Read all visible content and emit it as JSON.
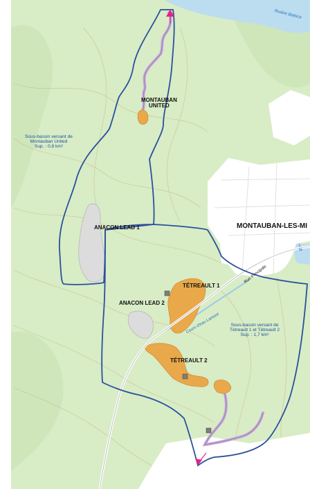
{
  "map": {
    "colors": {
      "terrain": "#d8ecc6",
      "terrain_alt": "#cfe6bb",
      "contour": "#c2a25c",
      "water": "#bcdcf0",
      "watershed_line": "#2b4f9e",
      "tailings_orange": "#e9a84a",
      "tailings_gray": "#dcdcdc",
      "stream_purple": "#c3a6d8",
      "urban": "#ffffff",
      "outfall_marker": "#e2238a"
    },
    "labels": {
      "montauban_united": "MONTAUBAN\nUNITED",
      "anacon_lead_1": "ANACON LEAD 1",
      "anacon_lead_2": "ANACON LEAD 2",
      "tetreault_1": "TÉTREAULT 1",
      "tetreault_2": "TÉTREAULT 2",
      "town": "MONTAUBAN-LES-MI",
      "basin_montauban": "Sous-bassin versant de\nMontauban United\nSup. : 0,8 km²",
      "basin_tetreault": "Sous-bassin versant de\nTétreault 1 et Tétreault 2\nSup. : 1,7 km²",
      "river": "Rivière  Batisca",
      "road": "Rue Principale",
      "stream": "Cours d'eau Lamont",
      "lake_edge": "L\nla"
    },
    "icons": {
      "outfall": "arrow-outfall-icon",
      "structure": "building-square-icon"
    }
  }
}
